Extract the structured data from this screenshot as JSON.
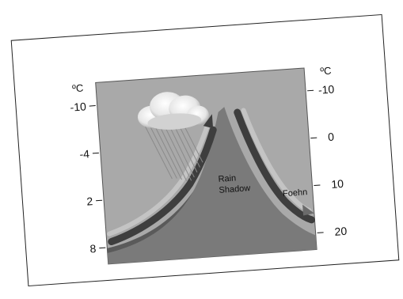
{
  "diagram": {
    "left_axis": {
      "unit": "ºC",
      "ticks": [
        "-10",
        "-4",
        "2",
        "8"
      ]
    },
    "right_axis": {
      "unit": "ºC",
      "ticks": [
        "-10",
        "0",
        "10",
        "20"
      ]
    },
    "labels": {
      "rain_shadow_line1": "Rain",
      "rain_shadow_line2": "Shadow",
      "foehn": "Foehn"
    },
    "colors": {
      "panel_bg": "#a9a9a9",
      "mountain": "#7a7a7a",
      "ground": "#5a5a5a",
      "arrow_light": "#c4c4c4",
      "arrow_dark": "#3e3e3e",
      "cloud": "#eaeaea"
    },
    "icons": [
      "cloud-icon",
      "rain-icon"
    ]
  }
}
